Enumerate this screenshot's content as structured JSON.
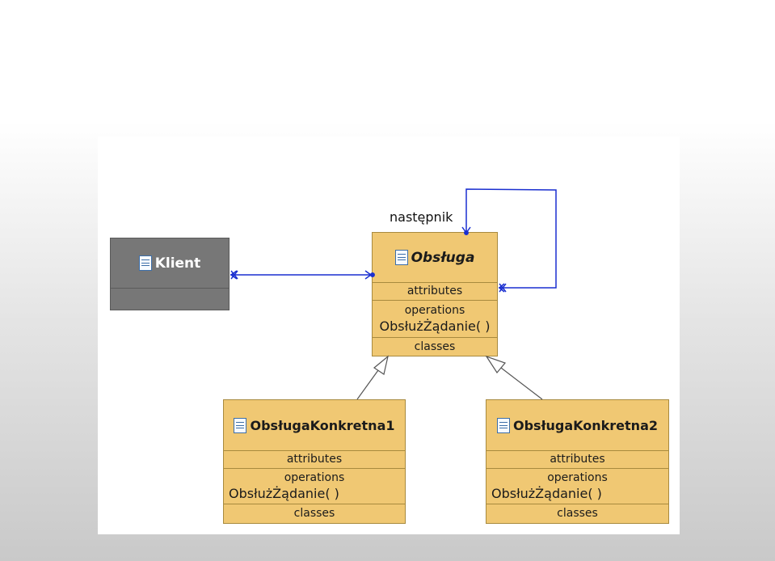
{
  "diagram": {
    "association_role": "następnik",
    "classes": {
      "klient": {
        "name": "Klient"
      },
      "obsluga": {
        "name": "Obsługa",
        "attributes": "attributes",
        "operations": "operations",
        "method": "ObsłużŻądanie(   )",
        "classes": "classes"
      },
      "konkretna1": {
        "name": "ObsługaKonkretna1",
        "attributes": "attributes",
        "operations": "operations",
        "method": "ObsłużŻądanie(   )",
        "classes": "classes"
      },
      "konkretna2": {
        "name": "ObsługaKonkretna2",
        "attributes": "attributes",
        "operations": "operations",
        "method": "ObsłużŻądanie(   )",
        "classes": "classes"
      }
    },
    "colors": {
      "class_fill": "#f0c873",
      "client_fill": "#777777",
      "association": "#1a2fd0",
      "generalization": "#555555"
    }
  }
}
